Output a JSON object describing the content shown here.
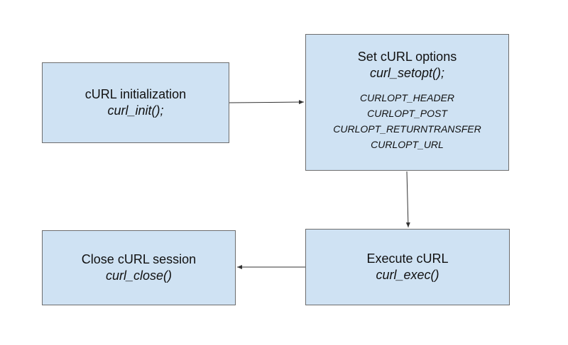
{
  "nodes": {
    "init": {
      "title": "cURL initialization",
      "func": "curl_init();"
    },
    "setopt": {
      "title": "Set cURL options",
      "func": "curl_setopt();",
      "options": [
        "CURLOPT_HEADER",
        "CURLOPT_POST",
        "CURLOPT_RETURNTRANSFER",
        "CURLOPT_URL"
      ]
    },
    "exec": {
      "title": "Execute cURL",
      "func": "curl_exec()"
    },
    "close": {
      "title": "Close cURL session",
      "func": "curl_close()"
    }
  },
  "edges": [
    {
      "from": "init",
      "to": "setopt"
    },
    {
      "from": "setopt",
      "to": "exec"
    },
    {
      "from": "exec",
      "to": "close"
    }
  ],
  "colors": {
    "node_fill": "#cfe2f3",
    "node_border": "#6d6d6d",
    "edge": "#333333"
  }
}
